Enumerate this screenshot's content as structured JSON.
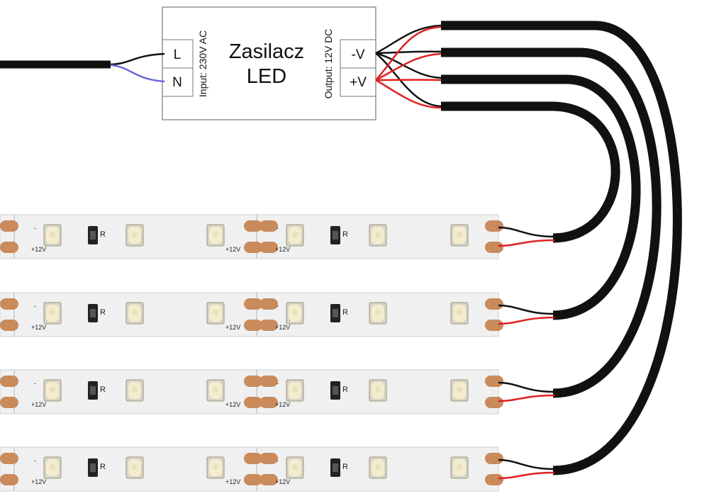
{
  "psu": {
    "title_line1": "Zasilacz",
    "title_line2": "LED",
    "input_label": "Input: 230V AC",
    "output_label": "Output: 12V DC",
    "terminals_in": [
      "L",
      "N"
    ],
    "terminals_out": [
      "-V",
      "+V"
    ]
  },
  "strip": {
    "label_plus": "+12V",
    "label_minus": "-",
    "label_resistor": "R",
    "count": 4
  },
  "colors": {
    "cable": "#111111",
    "wire_neg": "#111111",
    "wire_pos": "#e02020",
    "wire_neutral": "#6b6bd6",
    "strip_bg": "#f0f0f0",
    "pad": "#c98a5c",
    "led": "#f3eccf"
  }
}
